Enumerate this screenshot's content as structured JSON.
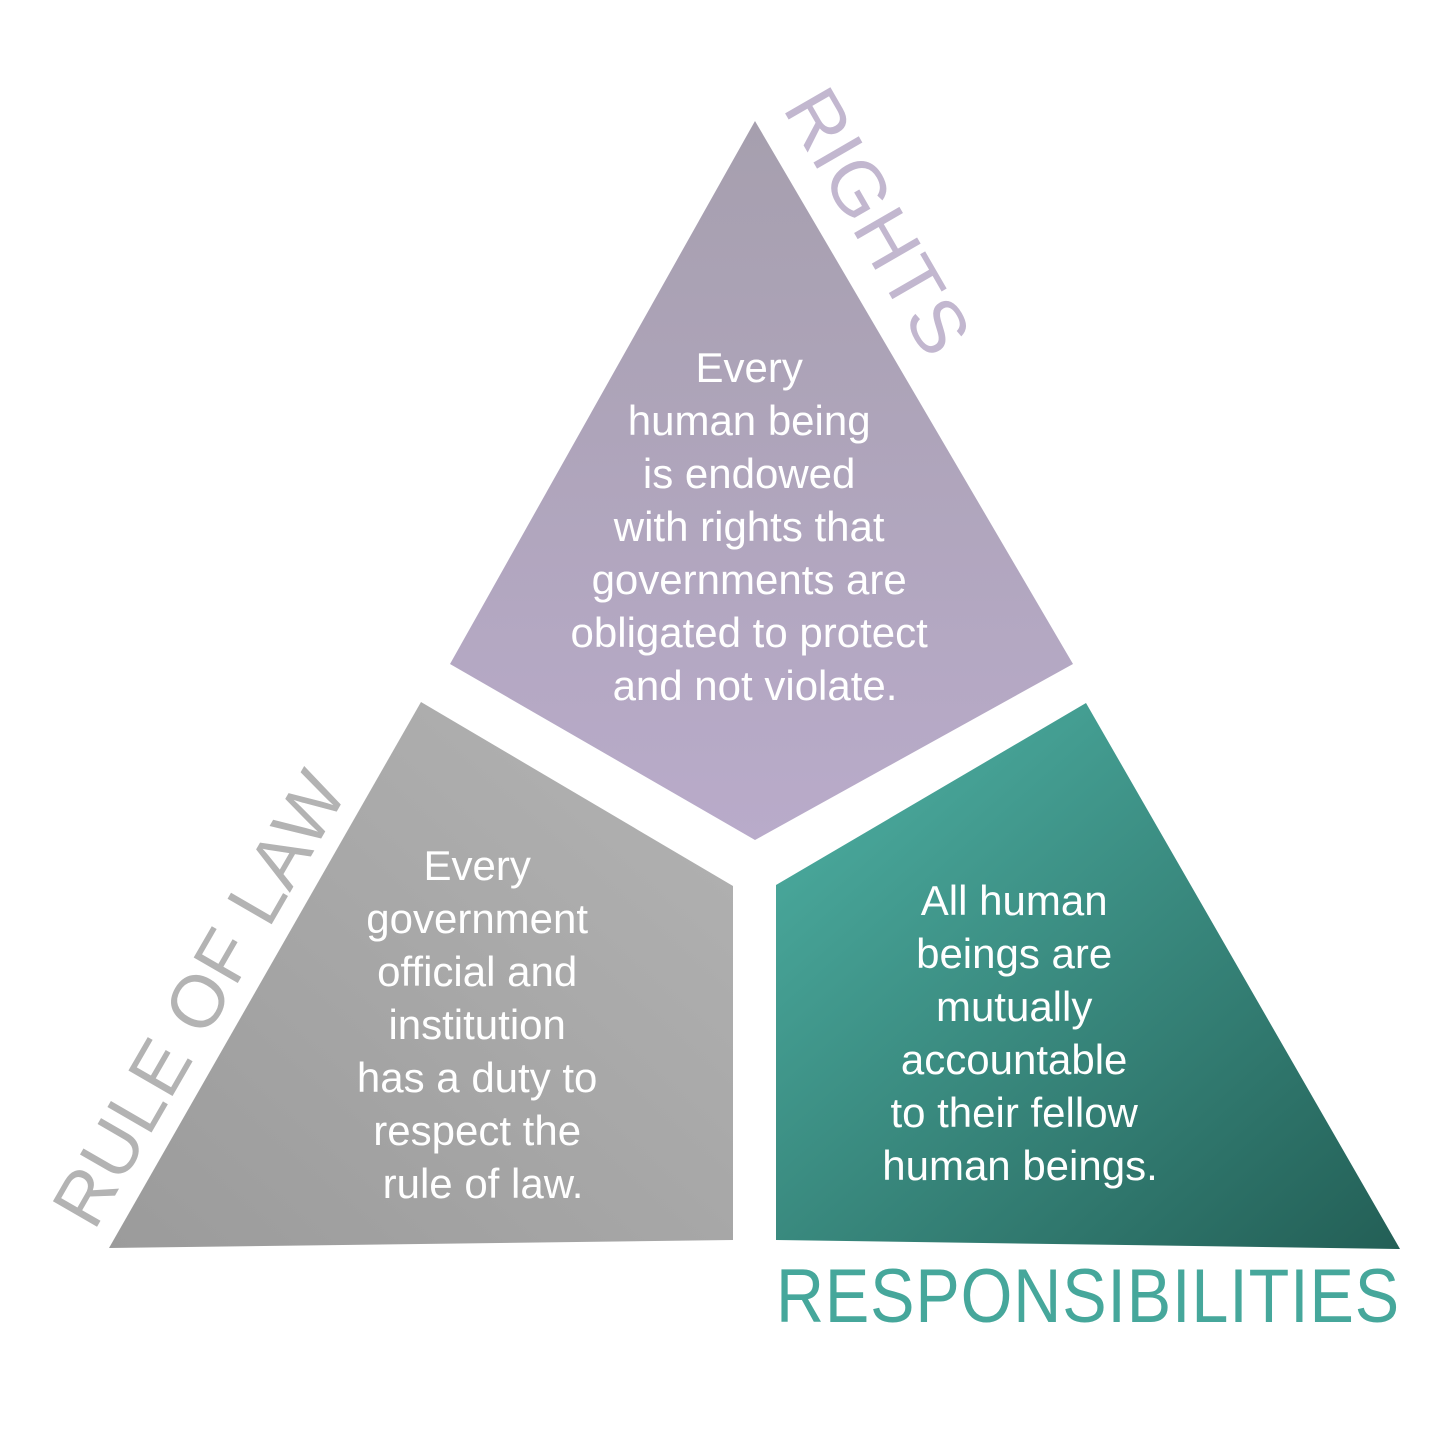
{
  "labels": {
    "rights": "RIGHTS",
    "rule_of_law": "RULE OF LAW",
    "responsibilities": "RESPONSIBILITIES"
  },
  "segments": {
    "rights": {
      "lines": [
        "Every",
        "human being",
        "is endowed",
        "with rights that",
        "governments are",
        "obligated to protect",
        "and not violate."
      ]
    },
    "rule_of_law": {
      "lines": [
        "Every",
        "government",
        "official and",
        "institution",
        "has a duty to",
        "respect the",
        "rule of law."
      ]
    },
    "responsibilities": {
      "lines": [
        "All human",
        "beings are",
        "mutually",
        "accountable",
        "to their fellow",
        "human beings."
      ]
    }
  },
  "colors": {
    "rights": "#b1a5bd",
    "rule_of_law": "#a8a8a8",
    "responsibilities": "#3a8a80",
    "rights_label": "#c2b7cf",
    "rule_of_law_label": "#b3b3b3",
    "responsibilities_label": "#46a79b"
  }
}
